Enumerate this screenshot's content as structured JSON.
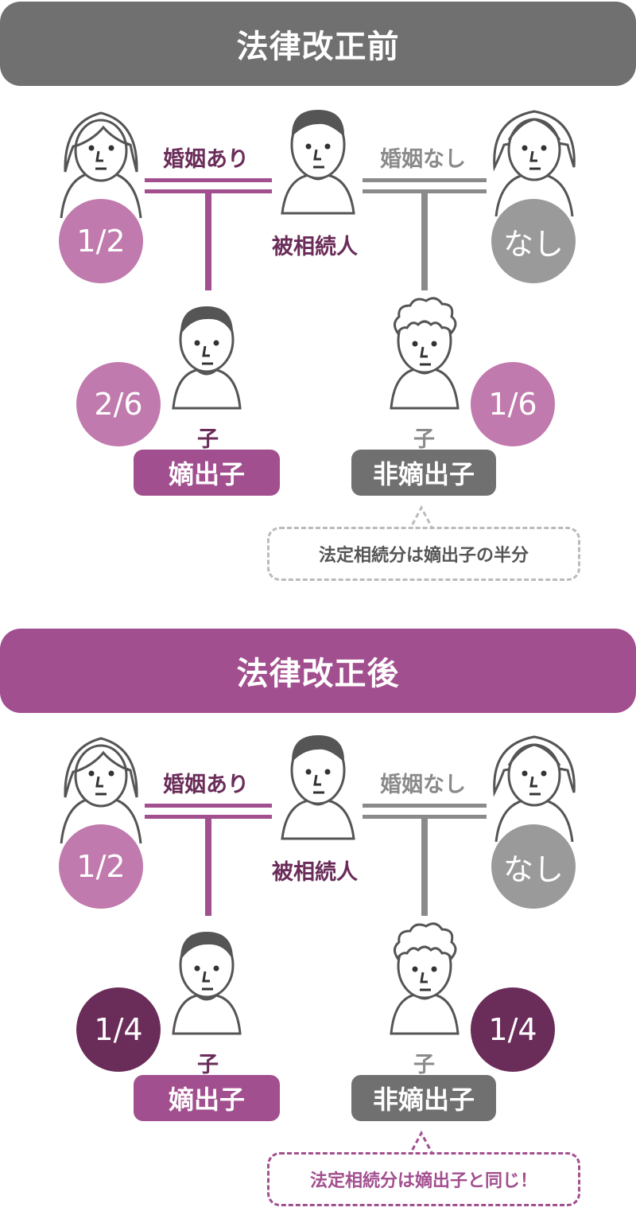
{
  "colors": {
    "gray_banner": "#707070",
    "purple_banner": "#a24f8f",
    "married_line": "#a24f8f",
    "unmarried_line": "#8a8a8a",
    "light_purple_circle": "#c07aad",
    "gray_circle": "#9a9a9a",
    "dark_purple_circle": "#6a2c59",
    "label_dark_purple": "#6a2c59",
    "label_gray": "#8a8a8a"
  },
  "before": {
    "title": "法律改正前",
    "married_label": "婚姻あり",
    "unmarried_label": "婚姻なし",
    "deceased_label": "被相続人",
    "spouse_share": "1/2",
    "partner_share": "なし",
    "legit_child_share": "2/6",
    "illegit_child_share": "1/6",
    "legit_child_label": "子",
    "illegit_child_label": "子",
    "legit_tag": "嫡出子",
    "illegit_tag": "非嫡出子",
    "note": "法定相続分は嫡出子の半分"
  },
  "after": {
    "title": "法律改正後",
    "married_label": "婚姻あり",
    "unmarried_label": "婚姻なし",
    "deceased_label": "被相続人",
    "spouse_share": "1/2",
    "partner_share": "なし",
    "legit_child_share": "1/4",
    "illegit_child_share": "1/4",
    "legit_child_label": "子",
    "illegit_child_label": "子",
    "legit_tag": "嫡出子",
    "illegit_tag": "非嫡出子",
    "note": "法定相続分は嫡出子と同じ！"
  }
}
